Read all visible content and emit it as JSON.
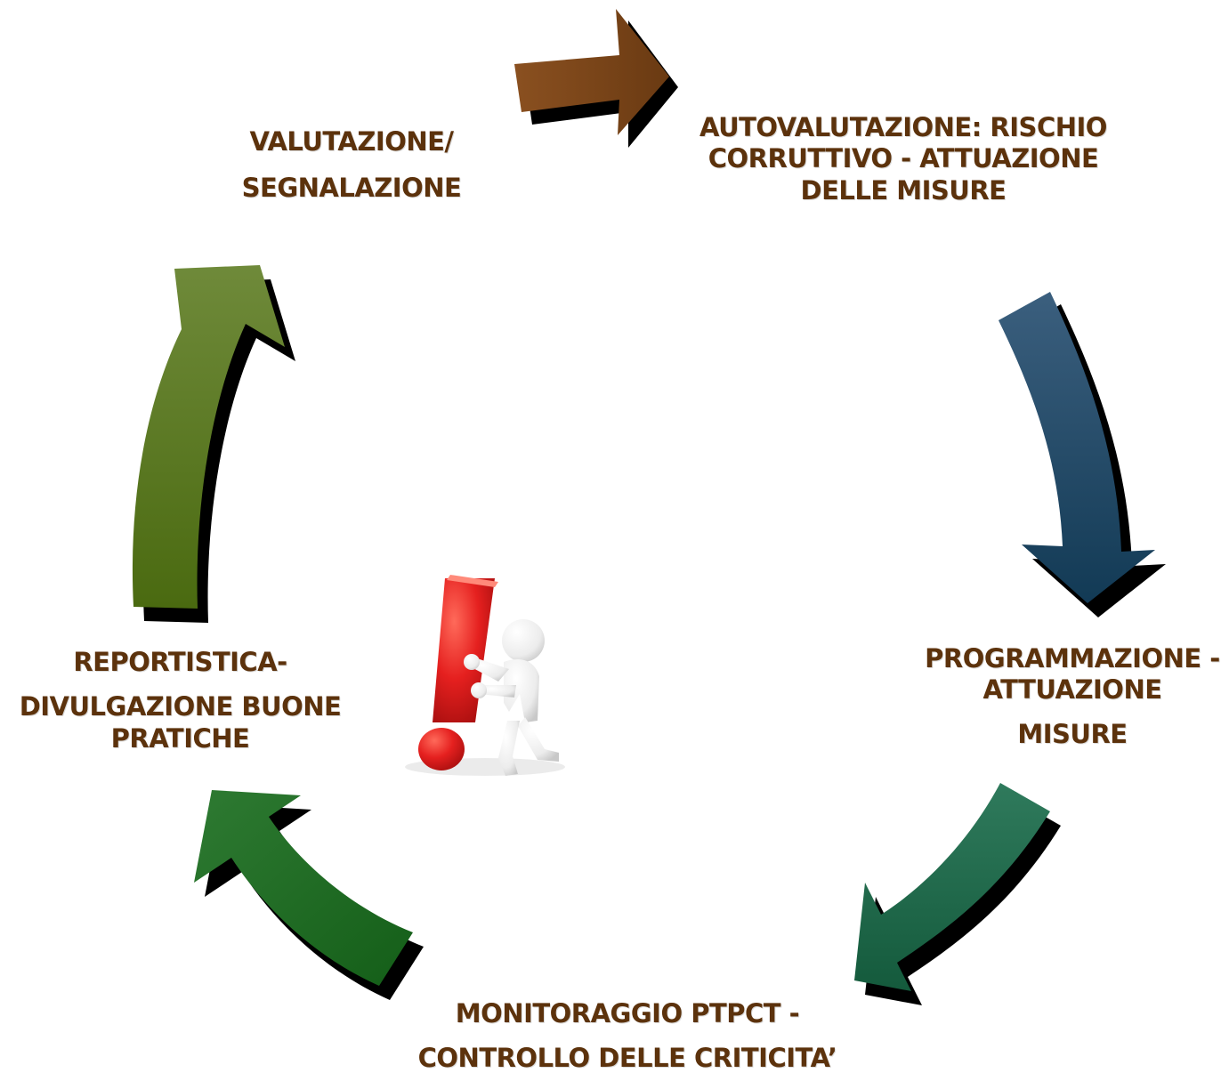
{
  "stages": [
    {
      "key": "valutazione",
      "lines": [
        "VALUTAZIONE/",
        "SEGNALAZIONE"
      ]
    },
    {
      "key": "autovalutazione",
      "lines": [
        "AUTOVALUTAZIONE: RISCHIO",
        "CORRUTTIVO - ATTUAZIONE",
        "DELLE MISURE"
      ]
    },
    {
      "key": "programmazione",
      "lines": [
        "PROGRAMMAZIONE -",
        "ATTUAZIONE",
        "MISURE"
      ]
    },
    {
      "key": "monitoraggio",
      "lines": [
        "MONITORAGGIO PTPCT -",
        "CONTROLLO DELLE CRITICITA’"
      ]
    },
    {
      "key": "reportistica",
      "lines": [
        "REPORTISTICA-",
        "DIVULGAZIONE BUONE",
        "PRATICHE"
      ]
    }
  ],
  "colors": {
    "label_text": "#5c320c",
    "arrow_top": "#7a4418",
    "arrow_right": "#1d4863",
    "arrow_bottom_right": "#1e6b4c",
    "arrow_bottom_left": "#1f6a24",
    "arrow_left": "#5d7a1c",
    "exclamation": "#e5201f",
    "figure": "#f2f2f2"
  },
  "icons": {
    "center": "person-pushing-exclamation-mark-icon"
  }
}
